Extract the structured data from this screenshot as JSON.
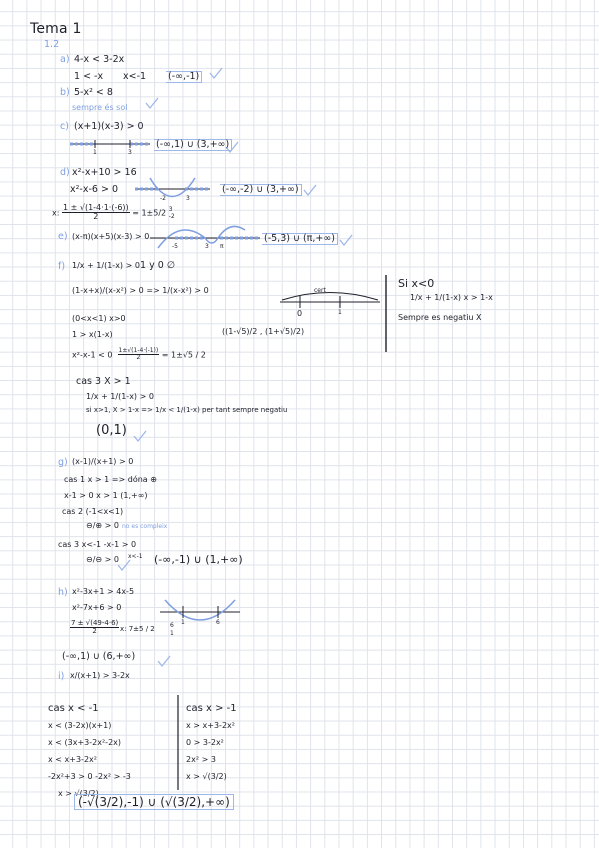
{
  "title": "Tema 1",
  "section": "1.2",
  "a": {
    "label": "a)",
    "eq": "4-x < 3-2x",
    "step": "1 < -x",
    "step2": "x<-1",
    "answer": "(-∞,-1)"
  },
  "b": {
    "label": "b)",
    "eq": "5-x² < 8",
    "note": "sempre és sol"
  },
  "c": {
    "label": "c)",
    "eq": "(x+1)(x-3) > 0",
    "answer": "(-∞,1) ∪ (3,+∞)",
    "t1": "1",
    "t2": "3"
  },
  "d": {
    "label": "d)",
    "eq": "x²-x+10 > 16",
    "step": "x²-x-6 > 0",
    "formula_lhs": "x:",
    "formula_num": "1 ± √(1-4·1·(-6))",
    "formula_den": "2",
    "formula_res": "= 1±5/2",
    "formula_r1": "3",
    "formula_r2": "-2",
    "answer": "(-∞,-2) ∪ (3,+∞)",
    "t1": "-2",
    "t2": "3"
  },
  "e": {
    "label": "e)",
    "eq": "(x-π)(x+5)(x-3) > 0",
    "answer": "(-5,3) ∪ (π,+∞)",
    "t1": "-5",
    "t2": "3",
    "t3": "π"
  },
  "f": {
    "label": "f)",
    "eq_pre": "1/x + 1/(1-x) > 0",
    "eq_post": "1 y 0 ∅",
    "l2": "(1-x+x)/(x-x²) > 0  =>  1/(x-x²) > 0",
    "l3": "(0<x<1)  x>0",
    "l4": "1 > x(1-x)",
    "l5": "x²-x-1 < 0",
    "l5_num": "1±√(1-4·(-1))",
    "l5_den": "2",
    "l5_res": "= 1±√5 / 2",
    "roots": "((1-√5)/2 , (1+√5)/2)",
    "cert": "cert",
    "zero": "0",
    "one": "1",
    "right_title": "Si x<0",
    "right_eq": "1/x + 1/(1-x)    x > 1-x",
    "right_note": "Sempre es negatiu X",
    "cas3": "cas 3  X > 1",
    "cas3_l1": "1/x + 1/(1-x) > 0",
    "cas3_l2": "si x>1,  X > 1-x => 1/x < 1/(1-x)  per tant sempre negatiu",
    "cas3_ans": "(0,1)"
  },
  "g": {
    "label": "g)",
    "eq": "(x-1)/(x+1) > 0",
    "cas1": "cas 1  x > 1  => dóna ⊕",
    "cas1_l": "x-1 > 0      x > 1      (1,+∞)",
    "cas2": "cas 2  (-1<x<1)",
    "cas2_l": "⊖/⊕ > 0",
    "cas2_note": "no es compleix",
    "cas3": "cas 3  x<-1   -x-1 > 0",
    "cas3_l": "⊖/⊖ > 0",
    "cas3_sub": "x<-1",
    "answer": "(-∞,-1) ∪ (1,+∞)"
  },
  "h": {
    "label": "h)",
    "eq": "x²-3x+1 > 4x-5",
    "step": "x²-7x+6 > 0",
    "f_num": "7 ± √(49-4·6)",
    "f_den": "2",
    "f_x": "x: 7±5 / 2",
    "r1": "6",
    "r2": "1",
    "answer": "(-∞,1) ∪ (6,+∞)",
    "t1": "1",
    "t2": "6"
  },
  "i": {
    "label": "i)",
    "eq": "x/(x+1) > 3-2x",
    "left": [
      "cas x < -1",
      "x < (3-2x)(x+1)",
      "x < (3x+3-2x²-2x)",
      "x < x+3-2x²",
      "-2x²+3 > 0   -2x² > -3",
      "x > √(3/2)"
    ],
    "right": [
      "cas x > -1",
      "x > x+3-2x²",
      "0 > 3-2x²",
      "2x² > 3",
      "x > √(3/2)"
    ],
    "answer": "(-√(3/2),-1) ∪ (√(3/2),+∞)"
  }
}
